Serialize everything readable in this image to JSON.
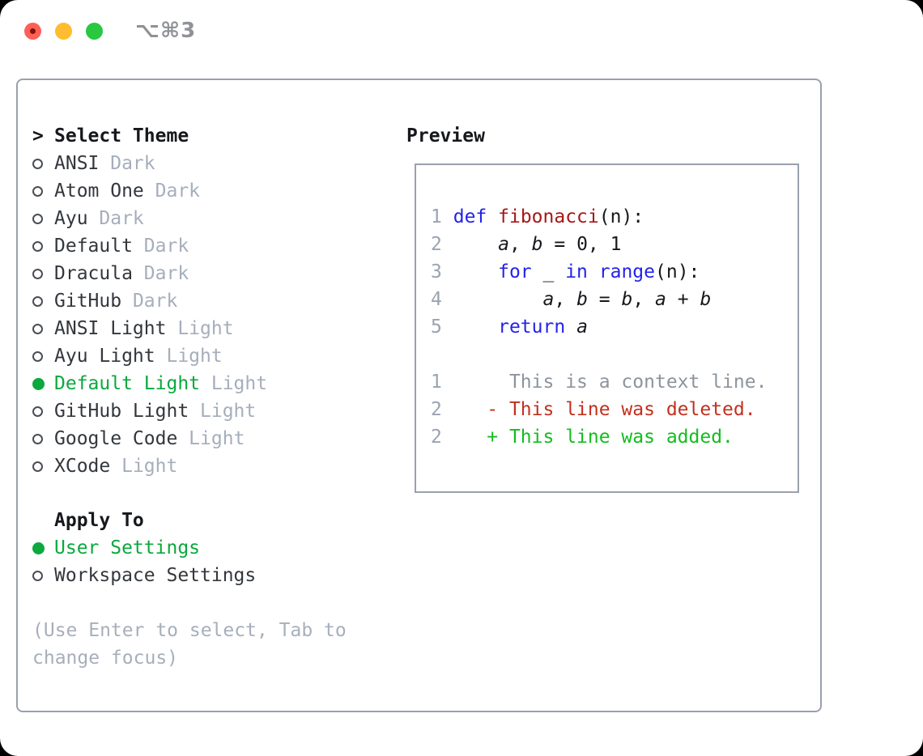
{
  "titlebar": {
    "shortcut": "⌥⌘3"
  },
  "theme_list": {
    "prompt": ">",
    "title": "Select Theme",
    "items": [
      {
        "name": "ANSI",
        "variant": "Dark",
        "selected": false
      },
      {
        "name": "Atom One",
        "variant": "Dark",
        "selected": false
      },
      {
        "name": "Ayu",
        "variant": "Dark",
        "selected": false
      },
      {
        "name": "Default",
        "variant": "Dark",
        "selected": false
      },
      {
        "name": "Dracula",
        "variant": "Dark",
        "selected": false
      },
      {
        "name": "GitHub",
        "variant": "Dark",
        "selected": false
      },
      {
        "name": "ANSI Light",
        "variant": "Light",
        "selected": false
      },
      {
        "name": "Ayu Light",
        "variant": "Light",
        "selected": false
      },
      {
        "name": "Default Light",
        "variant": "Light",
        "selected": true
      },
      {
        "name": "GitHub Light",
        "variant": "Light",
        "selected": false
      },
      {
        "name": "Google Code",
        "variant": "Light",
        "selected": false
      },
      {
        "name": "XCode",
        "variant": "Light",
        "selected": false
      }
    ]
  },
  "apply_to": {
    "title": "Apply To",
    "options": [
      {
        "label": "User Settings",
        "selected": true
      },
      {
        "label": "Workspace Settings",
        "selected": false
      }
    ]
  },
  "hint_lines": [
    "(Use Enter to select, Tab to",
    "change focus)"
  ],
  "preview": {
    "title": "Preview",
    "lines": [
      {
        "num": "1",
        "segments": [
          {
            "t": "def",
            "c": "kw"
          },
          {
            "t": " ",
            "c": "pl"
          },
          {
            "t": "fibonacci",
            "c": "fn"
          },
          {
            "t": "(n):",
            "c": "pl"
          }
        ]
      },
      {
        "num": "2",
        "segments": [
          {
            "t": "    ",
            "c": "pl"
          },
          {
            "t": "a",
            "c": "var"
          },
          {
            "t": ", ",
            "c": "pl"
          },
          {
            "t": "b",
            "c": "var"
          },
          {
            "t": " = 0, 1",
            "c": "pl"
          }
        ]
      },
      {
        "num": "3",
        "segments": [
          {
            "t": "    ",
            "c": "pl"
          },
          {
            "t": "for",
            "c": "kw"
          },
          {
            "t": " _ ",
            "c": "pl"
          },
          {
            "t": "in",
            "c": "kw"
          },
          {
            "t": " ",
            "c": "pl"
          },
          {
            "t": "range",
            "c": "kw"
          },
          {
            "t": "(n):",
            "c": "pl"
          }
        ]
      },
      {
        "num": "4",
        "segments": [
          {
            "t": "        ",
            "c": "pl"
          },
          {
            "t": "a",
            "c": "var"
          },
          {
            "t": ", ",
            "c": "pl"
          },
          {
            "t": "b",
            "c": "var"
          },
          {
            "t": " = ",
            "c": "pl"
          },
          {
            "t": "b",
            "c": "var"
          },
          {
            "t": ", ",
            "c": "pl"
          },
          {
            "t": "a",
            "c": "var"
          },
          {
            "t": " + ",
            "c": "pl"
          },
          {
            "t": "b",
            "c": "var"
          }
        ]
      },
      {
        "num": "5",
        "segments": [
          {
            "t": "    ",
            "c": "pl"
          },
          {
            "t": "return",
            "c": "kw"
          },
          {
            "t": " ",
            "c": "pl"
          },
          {
            "t": "a",
            "c": "var"
          }
        ]
      },
      {
        "num": "",
        "segments": []
      },
      {
        "num": "1",
        "segments": [
          {
            "t": "     This is a context line.",
            "c": "ctx"
          }
        ]
      },
      {
        "num": "2",
        "segments": [
          {
            "t": "   - This line was deleted.",
            "c": "del"
          }
        ]
      },
      {
        "num": "2",
        "segments": [
          {
            "t": "   + This line was added.",
            "c": "add"
          }
        ]
      }
    ]
  },
  "colors": {
    "selection_green": "#0ca83e",
    "diff_added_green": "#13bd1e",
    "diff_deleted_red": "#c2301e",
    "keyword_blue": "#2323e8",
    "function_red": "#a61717",
    "muted_gray": "#a6aebc",
    "border_gray": "#99a1ad",
    "traffic_red": "#ff5f57",
    "traffic_yellow": "#febc2e",
    "traffic_green": "#28c840"
  }
}
